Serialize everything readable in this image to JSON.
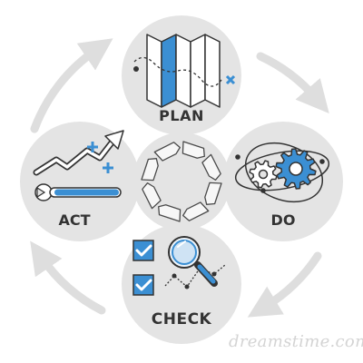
{
  "colors": {
    "circle": "#e4e4e4",
    "outer_arrow": "#dedede",
    "accent_blue": "#3b8fd3",
    "line_dark": "#333333",
    "inner_cycle": "#f7f7f7",
    "background": "#ffffff"
  },
  "stages": {
    "plan": {
      "label": "PLAN",
      "icon": "folded-map-icon"
    },
    "do": {
      "label": "DO",
      "icon": "gears-orbit-icon"
    },
    "check": {
      "label": "CHECK",
      "icon": "checklist-magnifier-icon"
    },
    "act": {
      "label": "ACT",
      "icon": "growth-wrench-icon"
    }
  },
  "center": {
    "icon": "cycle-arrows-icon"
  },
  "watermark": {
    "text": "dreamstime.com"
  }
}
